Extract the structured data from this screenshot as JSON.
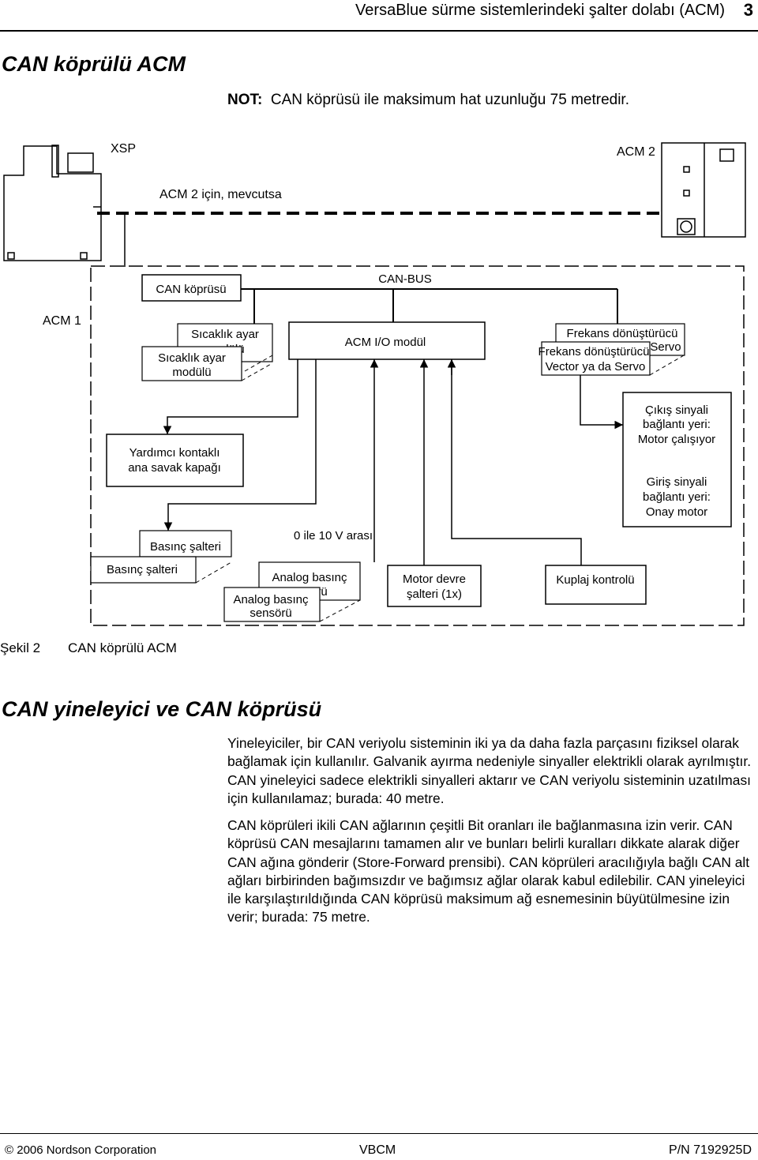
{
  "header": {
    "title": "VersaBlue sürme sistemlerindeki şalter dolabı (ACM)",
    "page_number": "3"
  },
  "section1": {
    "title": "CAN köprülü ACM"
  },
  "note": {
    "label": "NOT:",
    "text": "CAN köprüsü ile maksimum hat uzunluğu 75 metredir."
  },
  "diagram": {
    "xsp": "XSP",
    "acm2": "ACM 2",
    "acm2_optional": "ACM 2 için, mevcutsa",
    "can_bridge": "CAN köprüsü",
    "can_bus": "CAN-BUS",
    "acm1": "ACM 1",
    "temp_back_1": "Sıcaklık ayar",
    "temp_back_2": "modülü",
    "temp_front_1": "Sıcaklık ayar",
    "temp_front_2": "modülü",
    "io_module": "ACM I/O modül",
    "fc_back_1": "Frekans dönüştürücü",
    "fc_back_2": "Servo",
    "fc_front_1": "Frekans dönüştürücü",
    "fc_front_2": "Vector ya da Servo",
    "valve_1": "Yardımcı kontaklı",
    "valve_2": "ana savak kapağı",
    "out_1": "Çıkış sinyali",
    "out_2": "bağlantı yeri:",
    "out_3": "Motor çalışıyor",
    "in_1": "Giriş sinyali",
    "in_2": "bağlantı yeri:",
    "in_3": "Onay motor",
    "voltage_range": "0 ile 10 V arası",
    "ps_back": "Basınç şalteri",
    "ps_front": "Basınç şalteri",
    "aps_back_1": "Analog basınç",
    "aps_back_2": "rü",
    "aps_front_1": "Analog basınç",
    "aps_front_2": "sensörü",
    "motor_1": "Motor devre",
    "motor_2": "şalteri (1x)",
    "coupling": "Kuplaj kontrolü"
  },
  "figure": {
    "label": "Şekil 2",
    "caption": "CAN köprülü ACM"
  },
  "section2": {
    "title": "CAN yineleyici ve CAN köprüsü",
    "paragraph1": "Yineleyiciler, bir CAN veriyolu sisteminin iki ya da daha fazla parçasını fiziksel olarak bağlamak için kullanılır. Galvanik ayırma nedeniyle sinyaller elektrikli olarak ayrılmıştır. CAN yineleyici sadece elektrikli sinyalleri aktarır ve CAN veriyolu sisteminin uzatılması için kullanılamaz; burada: 40 metre.",
    "paragraph2": "CAN köprüleri ikili CAN ağlarının çeşitli Bit oranları ile bağlanmasına izin verir. CAN köprüsü CAN mesajlarını tamamen alır ve bunları belirli kuralları dikkate alarak diğer CAN ağına gönderir (Store-Forward prensibi). CAN köprüleri aracılığıyla bağlı CAN alt ağları birbirinden bağımsızdır ve bağımsız ağlar olarak kabul edilebilir. CAN yineleyici ile karşılaştırıldığında CAN köprüsü maksimum ağ esnemesinin büyütülmesine izin verir; burada: 75 metre."
  },
  "footer": {
    "copyright": "2006 Nordson Corporation",
    "center": "VBCM",
    "part_number": "P/N 7192925D"
  }
}
